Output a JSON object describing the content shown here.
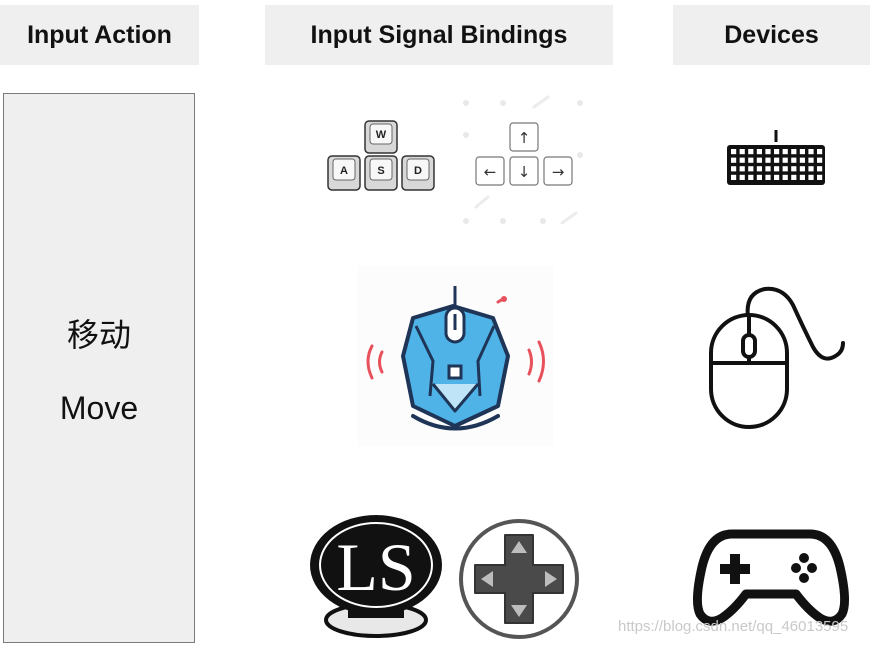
{
  "headers": {
    "action": "Input Action",
    "bindings": "Input Signal Bindings",
    "devices": "Devices"
  },
  "action": {
    "label_cn": "移动",
    "label_en": "Move"
  },
  "bindings": {
    "wasd_keys": [
      "W",
      "A",
      "S",
      "D"
    ],
    "arrow_keys": [
      "↑",
      "←",
      "↓",
      "→"
    ],
    "stick_label": "LS"
  },
  "icons": {
    "keyboard_keys": "wasd-keys-icon",
    "arrow_keys": "arrow-keys-icon",
    "gaming_mouse": "gaming-mouse-icon",
    "left_stick": "left-stick-icon",
    "dpad": "dpad-icon",
    "keyboard": "keyboard-icon",
    "mouse": "mouse-icon",
    "gamepad": "gamepad-icon"
  },
  "colors": {
    "header_bg": "#efefef",
    "mouse_blue": "#4fb3e8",
    "mouse_outline": "#1f3557",
    "signal_red": "#e8505b",
    "dpad_gray": "#4a4a4a"
  },
  "watermark": "https://blog.csdn.net/qq_46013595"
}
